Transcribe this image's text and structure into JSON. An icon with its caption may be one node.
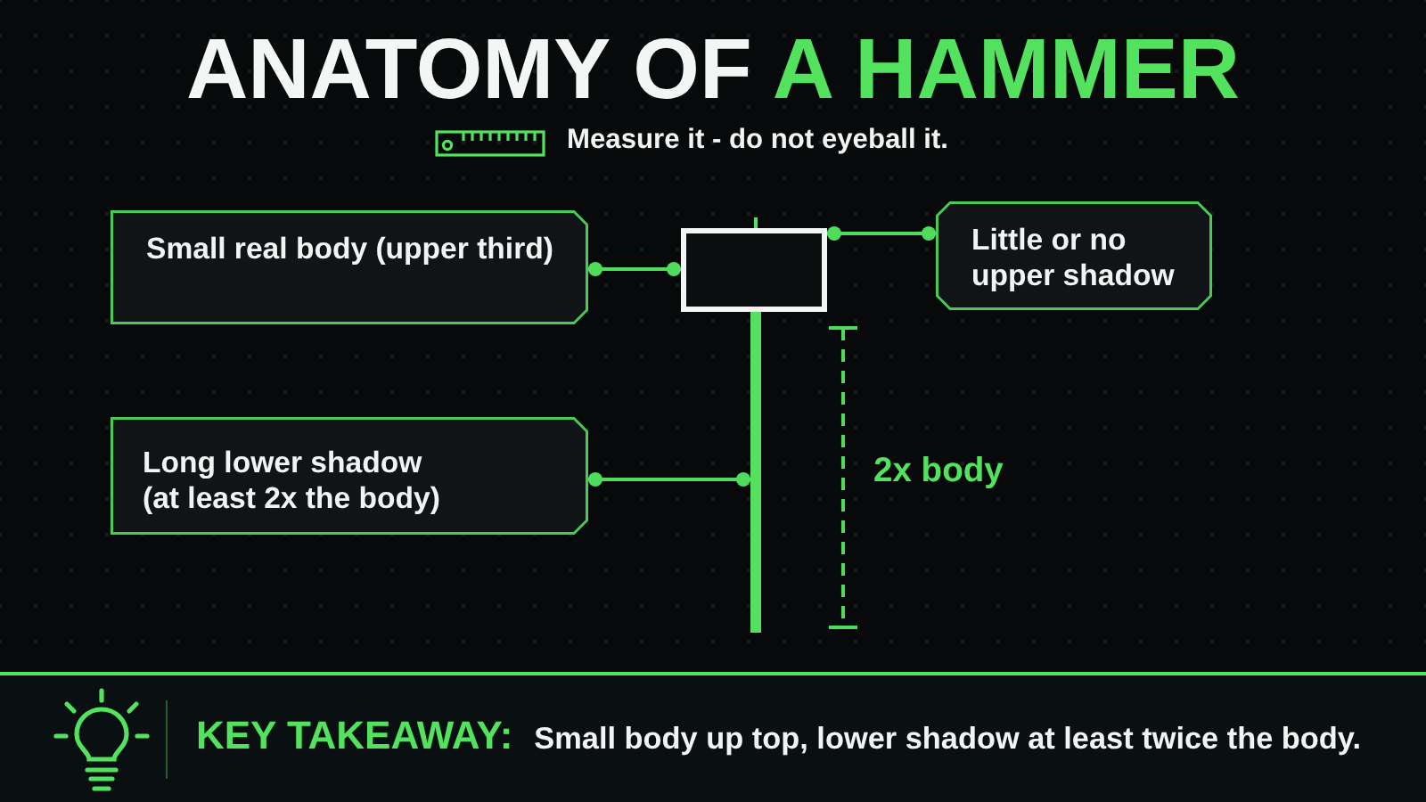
{
  "diagram": {
    "title": "ANATOMY OF A HAMMER",
    "nodes": [
      {
        "text": [
          "Small real body (upper third)"
        ]
      },
      {
        "text": [],
        "shape": "box"
      },
      {
        "text": [
          "Little or no upper shadow"
        ]
      },
      {
        "text": [
          "Long lower shadow (at least 2x the body)"
        ]
      },
      {
        "text": [],
        "shape": "bar"
      },
      {
        "text": [
          "KEY TAKEAWAY:",
          "Small body up top, lower shadow at least twice the body."
        ]
      }
    ],
    "edges": [
      {
        "from": 0,
        "to": 1,
        "arrow": "other"
      },
      {
        "from": 2,
        "to": 1,
        "arrow": "other"
      },
      {
        "from": 3,
        "to": 4,
        "arrow": "other"
      }
    ],
    "labels": [
      "Measure it - do not eyeball it.",
      "2x body"
    ]
  }
}
